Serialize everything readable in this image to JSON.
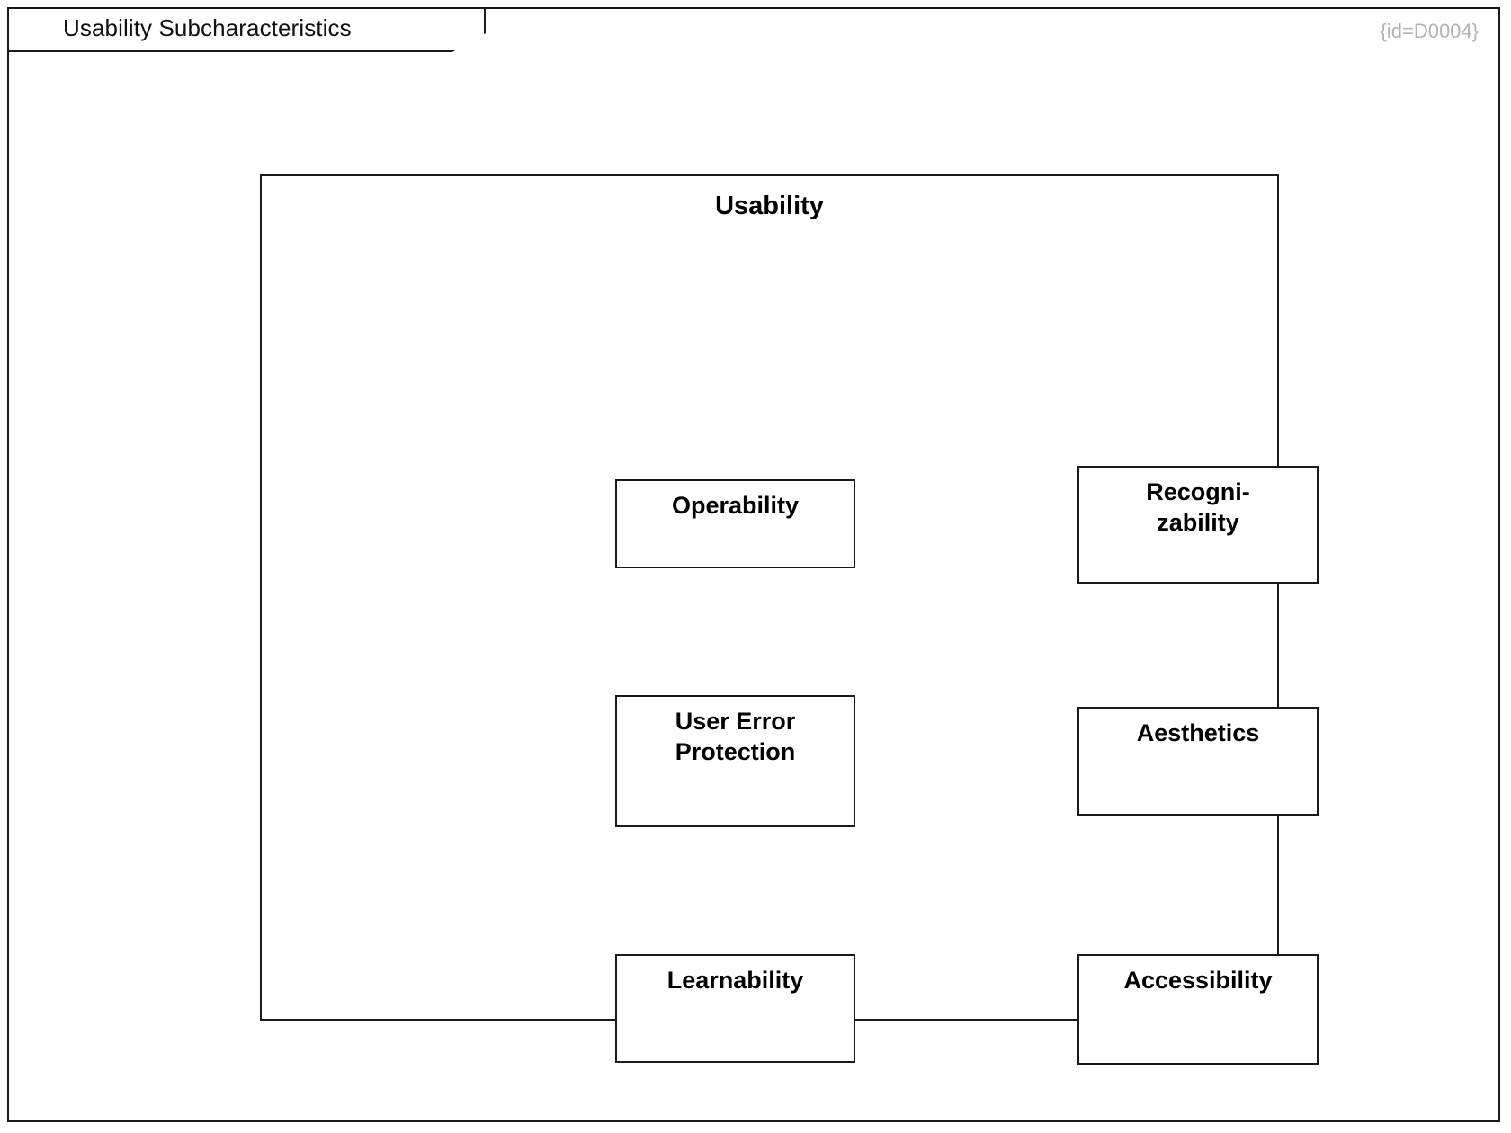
{
  "frame": {
    "tab_label": "Usability Subcharacteristics",
    "id_label": "{id=D0004}",
    "border_color": "#1a1a1a",
    "id_color": "#b3b3b3"
  },
  "container": {
    "title": "Usability"
  },
  "subcharacteristics": [
    {
      "name": "operability",
      "label": "Operability",
      "column": "left",
      "row": 1
    },
    {
      "name": "recognizability",
      "label": "Recogni-\nzability",
      "column": "right",
      "row": 1
    },
    {
      "name": "user-error-protection",
      "label": "User Error\nProtection",
      "column": "left",
      "row": 2
    },
    {
      "name": "aesthetics",
      "label": "Aesthetics",
      "column": "right",
      "row": 2
    },
    {
      "name": "learnability",
      "label": "Learnability",
      "column": "left",
      "row": 3
    },
    {
      "name": "accessibility",
      "label": "Accessibility",
      "column": "right",
      "row": 3
    }
  ]
}
